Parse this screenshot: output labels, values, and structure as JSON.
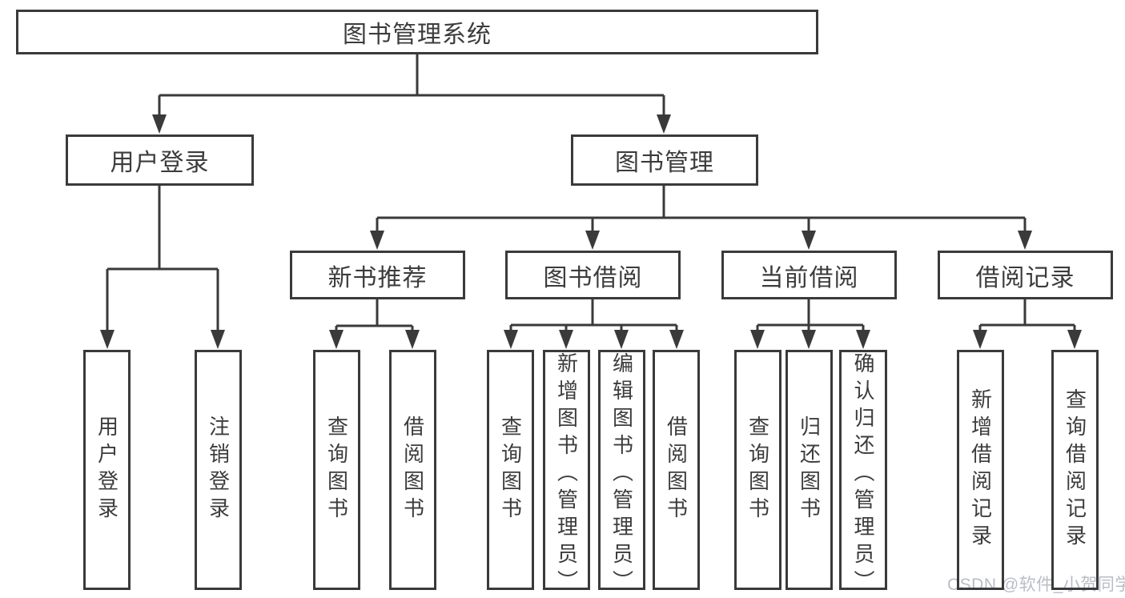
{
  "nodes": {
    "root": "图书管理系统",
    "user_login": "用户登录",
    "book_management": "图书管理",
    "new_book_recommend": "新书推荐",
    "book_borrow": "图书借阅",
    "current_borrow": "当前借阅",
    "borrow_records": "借阅记录",
    "leaf_user_login": "用户登录",
    "leaf_logout_login": "注销登录",
    "leaf_nbr_query_books": "查询图书",
    "leaf_nbr_borrow_books": "借阅图书",
    "leaf_bb_query_books": "查询图书",
    "leaf_bb_add_books_admin": "新增图书（管理员）",
    "leaf_bb_edit_books_admin": "编辑图书（管理员）",
    "leaf_bb_borrow_books": "借阅图书",
    "leaf_cb_query_books": "查询图书",
    "leaf_cb_return_books": "归还图书",
    "leaf_cb_confirm_return_admin": "确认归还（管理员）",
    "leaf_br_add_record": "新增借阅记录",
    "leaf_br_query_record": "查询借阅记录"
  },
  "watermark": "CSDN @软件_小贺同学",
  "colors": {
    "line": "#3a3a3a",
    "text": "#3c3c3c",
    "watermark": "#b9bdc4",
    "background": "#ffffff"
  }
}
